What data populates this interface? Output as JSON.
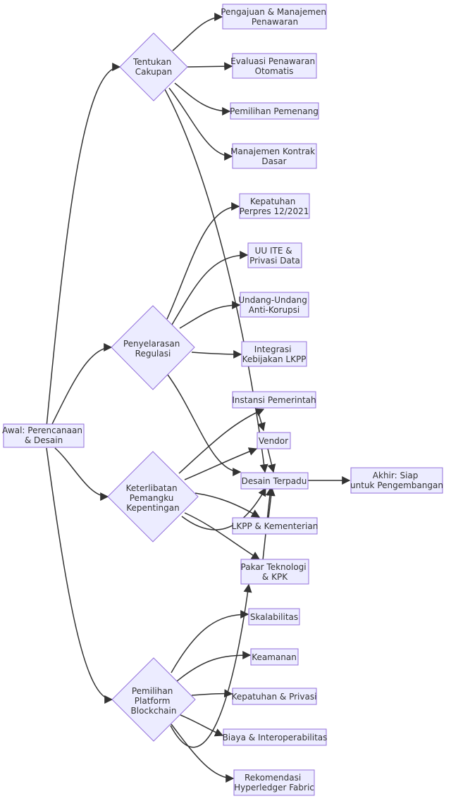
{
  "nodes": {
    "start": {
      "lines": [
        "Awal: Perencanaan",
        "& Desain"
      ]
    },
    "scope": {
      "lines": [
        "Tentukan",
        "Cakupan"
      ]
    },
    "reg": {
      "lines": [
        "Penyelarasan",
        "Regulasi"
      ]
    },
    "stake": {
      "lines": [
        "Keterlibatan",
        "Pemangku",
        "Kepentingan"
      ]
    },
    "plat": {
      "lines": [
        "Pemilihan",
        "Platform",
        "Blockchain"
      ]
    },
    "s1": {
      "lines": [
        "Pengajuan & Manajemen",
        "Penawaran"
      ]
    },
    "s2": {
      "lines": [
        "Evaluasi Penawaran",
        "Otomatis"
      ]
    },
    "s3": {
      "lines": [
        "Pemilihan Pemenang"
      ]
    },
    "s4": {
      "lines": [
        "Manajemen Kontrak",
        "Dasar"
      ]
    },
    "r1": {
      "lines": [
        "Kepatuhan",
        "Perpres 12/2021"
      ]
    },
    "r2": {
      "lines": [
        "UU ITE &",
        "Privasi Data"
      ]
    },
    "r3": {
      "lines": [
        "Undang-Undang",
        "Anti-Korupsi"
      ]
    },
    "r4": {
      "lines": [
        "Integrasi",
        "Kebijakan LKPP"
      ]
    },
    "k1": {
      "lines": [
        "Instansi Pemerintah"
      ]
    },
    "k2": {
      "lines": [
        "Vendor"
      ]
    },
    "design": {
      "lines": [
        "Desain Terpadu"
      ]
    },
    "end": {
      "lines": [
        "Akhir: Siap",
        "untuk Pengembangan"
      ]
    },
    "k3": {
      "lines": [
        "LKPP & Kementerian"
      ]
    },
    "k4": {
      "lines": [
        "Pakar Teknologi",
        "& KPK"
      ]
    },
    "p1": {
      "lines": [
        "Skalabilitas"
      ]
    },
    "p2": {
      "lines": [
        "Keamanan"
      ]
    },
    "p3": {
      "lines": [
        "Kepatuhan & Privasi"
      ]
    },
    "p4": {
      "lines": [
        "Biaya & Interoperabilitas"
      ]
    },
    "p5": {
      "lines": [
        "Rekomendasi",
        "Hyperledger Fabric"
      ]
    }
  }
}
